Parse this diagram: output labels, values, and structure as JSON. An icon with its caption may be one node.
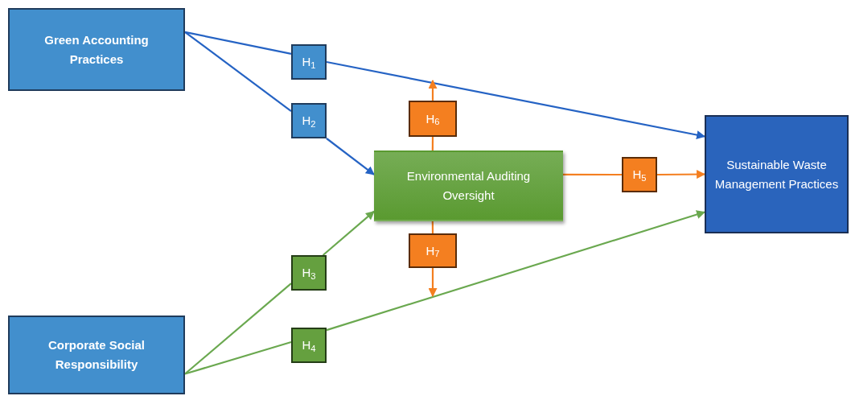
{
  "diagram": {
    "nodes": [
      {
        "text": [
          "Green Accounting Practices"
        ]
      },
      {
        "text": [
          "H$_{1}$"
        ]
      },
      {
        "text": [
          "H$_{2}$"
        ]
      },
      {
        "text": [
          "H$_{6}$"
        ]
      },
      {
        "text": [
          "Environmental Auditing Oversight"
        ]
      },
      {
        "text": [
          "H$_{5}$"
        ]
      },
      {
        "text": [
          "Sustainable Waste Management Practices"
        ]
      },
      {
        "text": [
          "H$_{7}$"
        ]
      },
      {
        "text": [
          "H$_{3}$"
        ]
      },
      {
        "text": [
          "H$_{4}$"
        ]
      },
      {
        "text": [
          "Corporate Social Responsibility"
        ]
      }
    ],
    "edges": [
      {
        "from": 0,
        "to": 1,
        "arrow": "none",
        "color": "#2563c4"
      },
      {
        "from": 1,
        "to": 6,
        "arrow": "to",
        "color": "#2563c4"
      },
      {
        "from": 0,
        "to": 2,
        "arrow": "none",
        "color": "#2563c4"
      },
      {
        "from": 2,
        "to": 4,
        "arrow": "to",
        "color": "#2563c4"
      },
      {
        "from": 10,
        "to": 8,
        "arrow": "none",
        "color": "#6aa84f"
      },
      {
        "from": 8,
        "to": 4,
        "arrow": "to",
        "color": "#6aa84f"
      },
      {
        "from": 10,
        "to": 9,
        "arrow": "none",
        "color": "#6aa84f"
      },
      {
        "from": 9,
        "to": 6,
        "arrow": "to",
        "color": "#6aa84f"
      },
      {
        "from": 4,
        "to": 5,
        "arrow": "none"
      },
      {
        "from": 5,
        "to": 6,
        "arrow": "to"
      },
      {
        "from": 4,
        "to": 3,
        "arrow": "none"
      },
      {
        "from": 3,
        "to": null,
        "arrow": "to"
      },
      {
        "from": 4,
        "to": 7,
        "arrow": "none"
      },
      {
        "from": 7,
        "to": null,
        "arrow": "to"
      }
    ]
  }
}
